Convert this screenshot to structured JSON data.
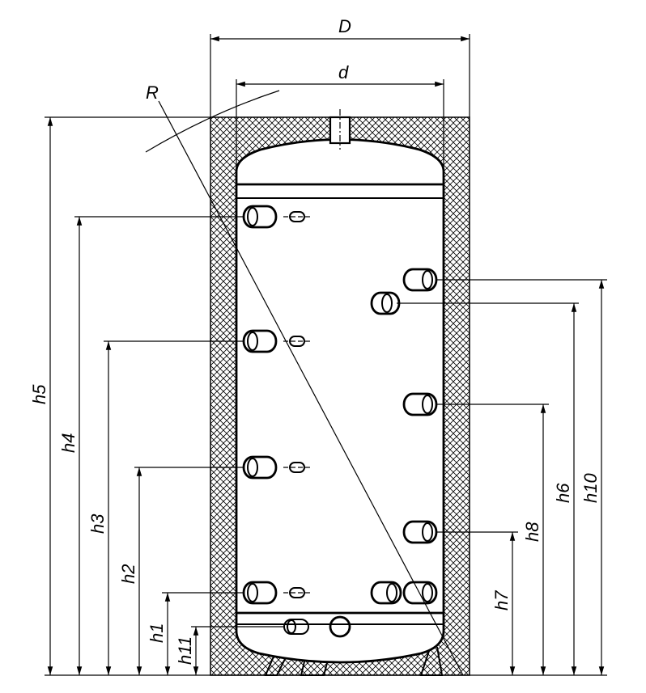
{
  "labels": {
    "D": "D",
    "d": "d",
    "R": "R",
    "h1": "h1",
    "h2": "h2",
    "h3": "h3",
    "h4": "h4",
    "h5": "h5",
    "h6": "h6",
    "h7": "h7",
    "h8": "h8",
    "h10": "h10",
    "h11": "h11"
  }
}
